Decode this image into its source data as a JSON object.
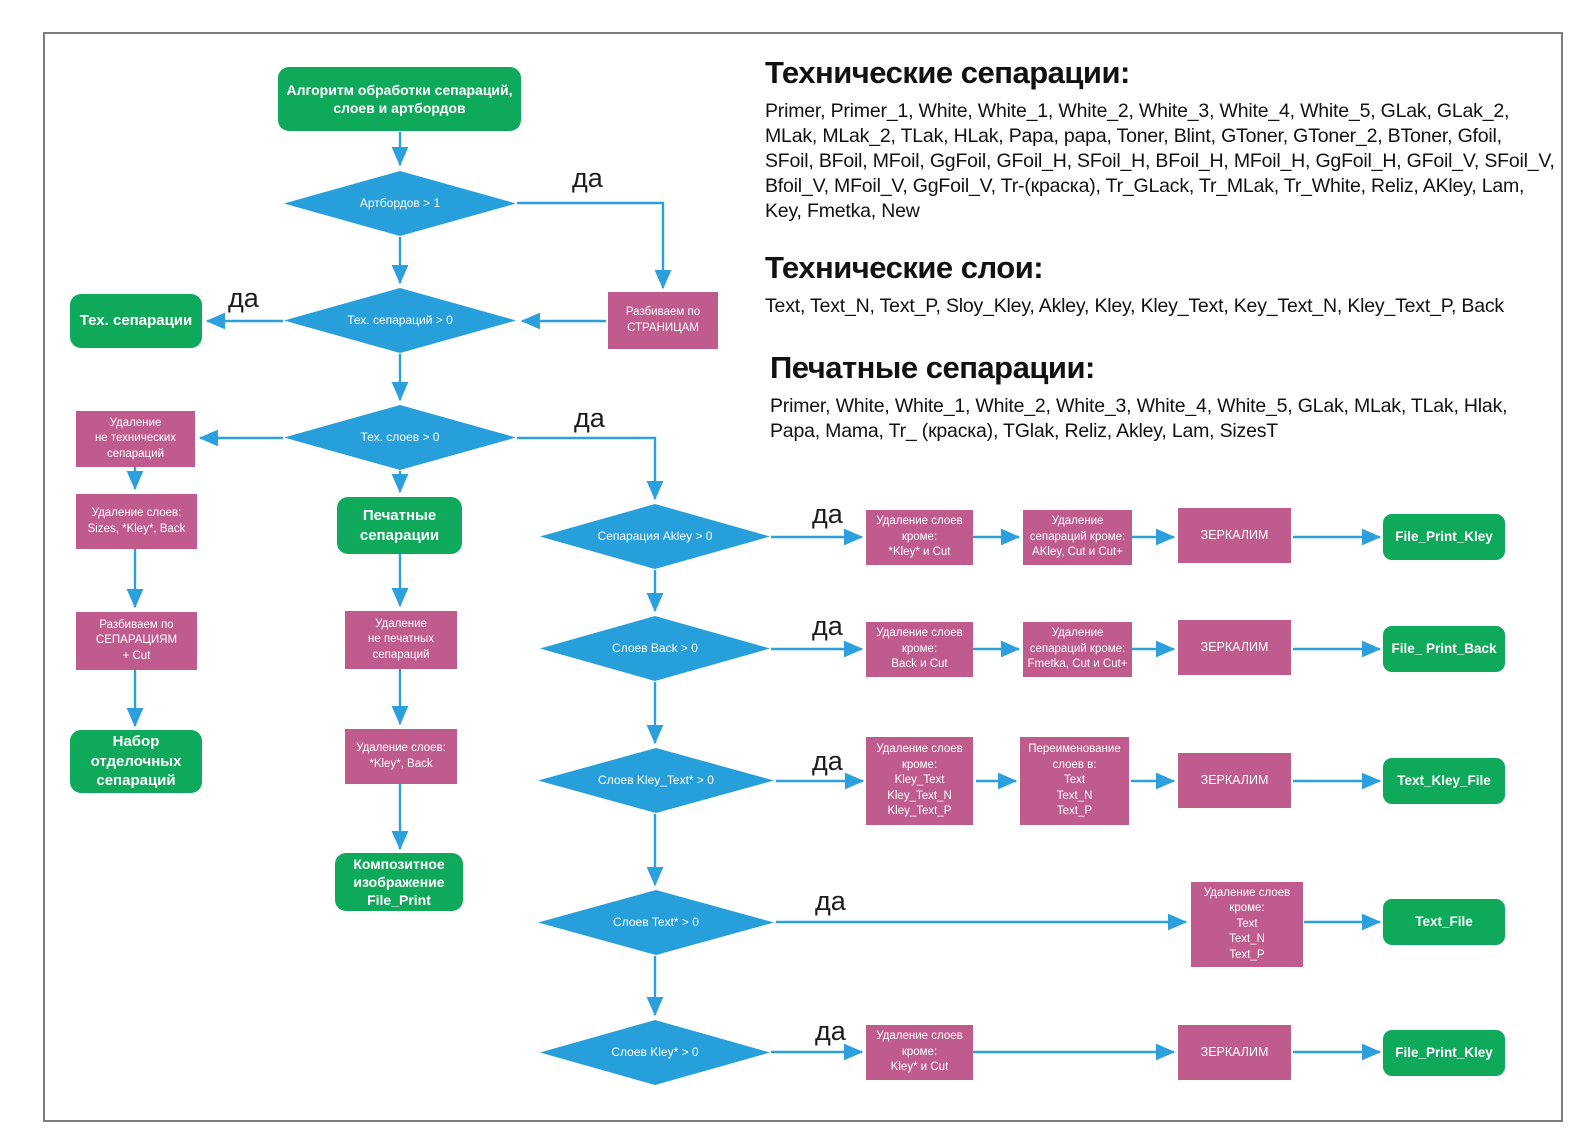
{
  "colors": {
    "terminal_green": "#0FA95C",
    "process_pink": "#BF5C8D",
    "decision_blue": "#279FDB",
    "arrow_blue": "#2BA0DC",
    "frame_gray": "#7d7d7d"
  },
  "labels": {
    "yes": "да"
  },
  "legend": {
    "tech_separations": {
      "title": "Технические сепарации:",
      "items": "Primer, Primer_1, White, White_1, White_2, White_3, White_4, White_5, GLak, GLak_2,\nMLak, MLak_2, TLak, HLak, Papa, papa, Toner, Blint, GToner, GToner_2, BToner, Gfoil,\nSFoil, BFoil, MFoil, GgFoil, GFoil_H, SFoil_H, BFoil_H, MFoil_H, GgFoil_H, GFoil_V, SFoil_V,\nBfoil_V, MFoil_V, GgFoil_V, Tr-(краска), Tr_GLack, Tr_MLak, Tr_White, Reliz, AKley, Lam,\nKey, Fmetka, New"
    },
    "tech_layers": {
      "title": "Технические слои:",
      "items": "Text, Text_N, Text_P, Sloy_Kley, Akley, Kley, Kley_Text, Key_Text_N, Kley_Text_P, Back"
    },
    "print_separations": {
      "title": "Печатные сепарации:",
      "items": "Primer, White, White_1, White_2, White_3, White_4, White_5, GLak, MLak, TLak, Hlak,\nPapa, Mama, Tr_ (краска), TGlak, Reliz, Akley, Lam, SizesT"
    }
  },
  "nodes": {
    "start": {
      "label": "Алгоритм обработки сепараций,\nслоев и артбордов"
    },
    "d_artboards": {
      "label": "Артбордов > 1"
    },
    "p_split_pages": {
      "label": "Разбиваем по\nСТРАНИЦАМ"
    },
    "d_tech_seps": {
      "label": "Тех. сепараций > 0"
    },
    "g_tech_seps": {
      "label": "Тех. сепарации"
    },
    "d_tech_layers": {
      "label": "Тех. слоев > 0"
    },
    "p_del_nontech": {
      "label": "Удаление\nне технических\nсепараций"
    },
    "p_del_layers_sizes": {
      "label": "Удаление слоев:\nSizes, *Kley*, Back"
    },
    "p_split_seps": {
      "label": "Разбиваем по\nСЕПАРАЦИЯМ\n+ Cut"
    },
    "g_finish_set": {
      "label": "Набор\nотделочных\nсепараций"
    },
    "g_print_seps": {
      "label": "Печатные\nсепарации"
    },
    "p_del_nonprint": {
      "label": "Удаление\nне печатных\nсепараций"
    },
    "p_del_layers_kley": {
      "label": "Удаление слоев:\n*Kley*, Back"
    },
    "g_composite": {
      "label": "Композитное\nизображение\nFile_Print"
    },
    "d_akley": {
      "label": "Сепарация Akley > 0"
    },
    "r1_b1": {
      "label": "Удаление слоев\nкроме:\n*Kley* и Cut"
    },
    "r1_b2": {
      "label": "Удаление\nсепараций кроме:\nAKley, Cut и Cut+"
    },
    "r1_mirror": {
      "label": "ЗЕРКАЛИМ"
    },
    "r1_out": {
      "label": "File_Print_Kley"
    },
    "d_back": {
      "label": "Слоев Back > 0"
    },
    "r2_b1": {
      "label": "Удаление слоев\nкроме:\nBack и Cut"
    },
    "r2_b2": {
      "label": "Удаление\nсепараций кроме:\nFmetka, Cut и Cut+"
    },
    "r2_mirror": {
      "label": "ЗЕРКАЛИМ"
    },
    "r2_out": {
      "label": "File_ Print_Back"
    },
    "d_kley_text": {
      "label": "Слоев Kley_Text* > 0"
    },
    "r3_b1": {
      "label": "Удаление слоев\nкроме:\nKley_Text\nKley_Text_N\nKley_Text_P"
    },
    "r3_b2": {
      "label": "Переименование\nслоев  в:\nText\nText_N\nText_P"
    },
    "r3_mirror": {
      "label": "ЗЕРКАЛИМ"
    },
    "r3_out": {
      "label": "Text_Kley_File"
    },
    "d_text": {
      "label": "Слоев Text* > 0"
    },
    "r4_b1": {
      "label": "Удаление слоев\nкроме:\nText\nText_N\nText_P"
    },
    "r4_out": {
      "label": "Text_File"
    },
    "d_kley": {
      "label": "Слоев Kley* > 0"
    },
    "r5_b1": {
      "label": "Удаление слоев\nкроме:\nKley* и Cut"
    },
    "r5_mirror": {
      "label": "ЗЕРКАЛИМ"
    },
    "r5_out": {
      "label": "File_Print_Kley"
    }
  }
}
